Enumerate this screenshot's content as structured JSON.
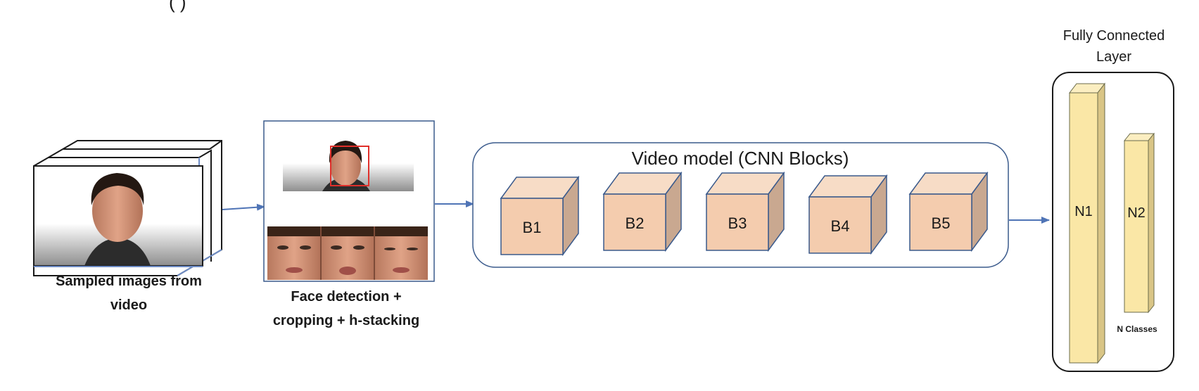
{
  "top_stub_text": "(            )",
  "captions": {
    "sampled": [
      "Sampled images from",
      "video"
    ],
    "face": [
      "Face detection +",
      "cropping + h-stacking"
    ]
  },
  "video_model": {
    "title": "Video model (CNN Blocks)",
    "blocks": [
      "B1",
      "B2",
      "B3",
      "B4",
      "B5"
    ]
  },
  "fc": {
    "title": [
      "Fully Connected",
      "Layer"
    ],
    "n1": "N1",
    "n2": "N2",
    "classes": "N Classes"
  },
  "colors": {
    "arrow": "#4f74b6",
    "panel_border": "#3a5a8c",
    "cube_front": "#f4ccae",
    "cube_top": "#f7dcc6",
    "cube_side": "#c9a890",
    "bar_front": "#fae7a6",
    "bar_side": "#d9c586"
  }
}
